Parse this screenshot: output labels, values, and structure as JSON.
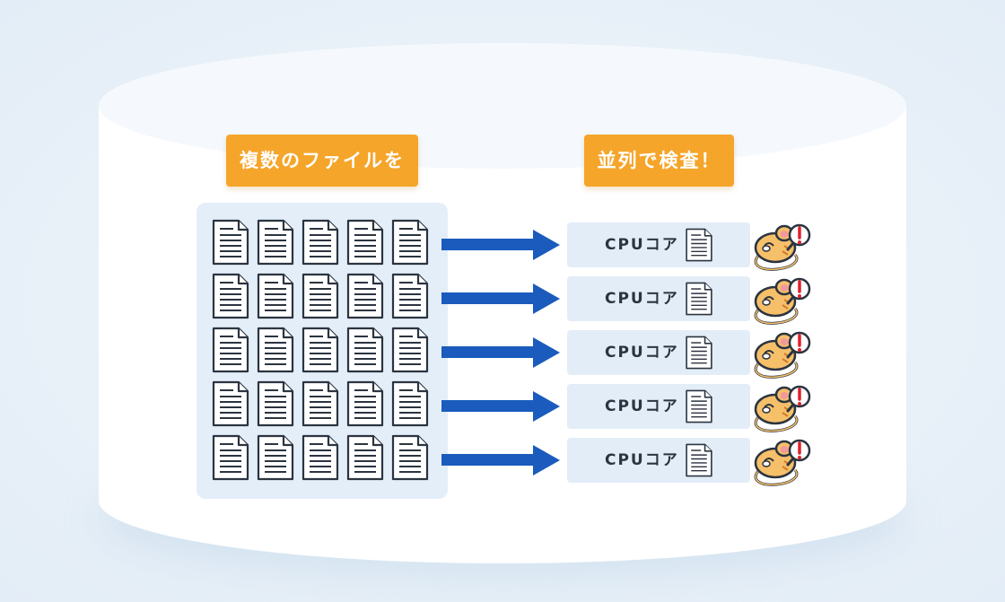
{
  "labels": {
    "left": "複数のファイルを",
    "right": "並列で検査！"
  },
  "file_grid": {
    "rows": 5,
    "columns": 5,
    "icon": "document-icon"
  },
  "cores": [
    {
      "label": "CPUコア",
      "icon": "document-icon",
      "scanner_icon": "mouse-scanner-icon"
    },
    {
      "label": "CPUコア",
      "icon": "document-icon",
      "scanner_icon": "mouse-scanner-icon"
    },
    {
      "label": "CPUコア",
      "icon": "document-icon",
      "scanner_icon": "mouse-scanner-icon"
    },
    {
      "label": "CPUコア",
      "icon": "document-icon",
      "scanner_icon": "mouse-scanner-icon"
    },
    {
      "label": "CPUコア",
      "icon": "document-icon",
      "scanner_icon": "mouse-scanner-icon"
    }
  ],
  "colors": {
    "label_background": "#f5a52a",
    "arrow": "#1a5bbd",
    "panel": "#e4eef8",
    "core_box": "#e2edf8",
    "mouse_body": "#f6c06a",
    "alert": "#e0202a"
  }
}
